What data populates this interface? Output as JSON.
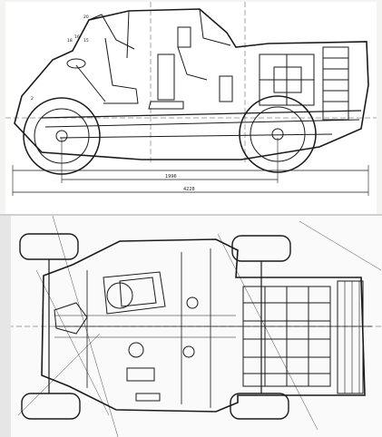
{
  "top_view": {
    "dimensions": {
      "wheelbase": "1996",
      "overall_length": "4228"
    },
    "labels": [
      "20",
      "18",
      "16",
      "15",
      "2"
    ]
  },
  "bottom_view": {}
}
